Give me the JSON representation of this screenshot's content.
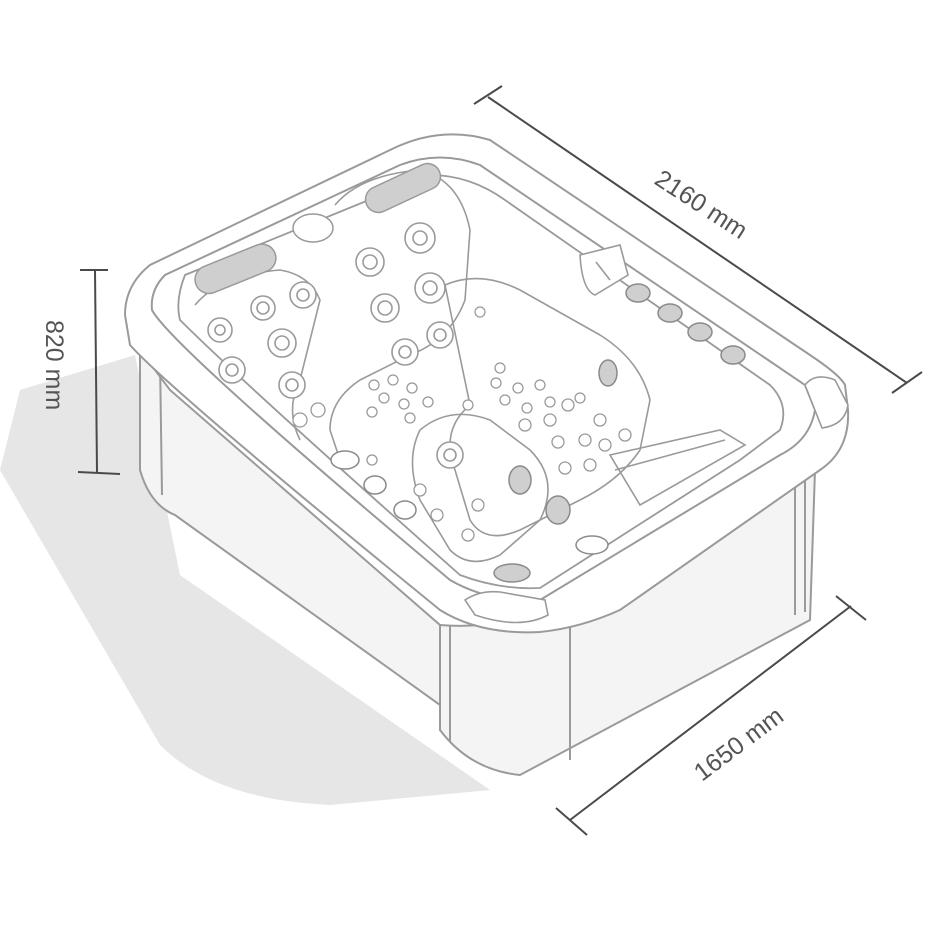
{
  "dimensions": {
    "length": "2160 mm",
    "width": "1650 mm",
    "height": "820 mm"
  },
  "colors": {
    "line": "#9a9a9a",
    "dimension_line": "#4a4a4a",
    "shadow": "#e6e6e6",
    "panel": "#f4f4f4",
    "jet_fill": "#cfcfcf"
  },
  "icons": {
    "jet": "circle-jet-icon",
    "headrest": "headrest-pillow-icon"
  }
}
